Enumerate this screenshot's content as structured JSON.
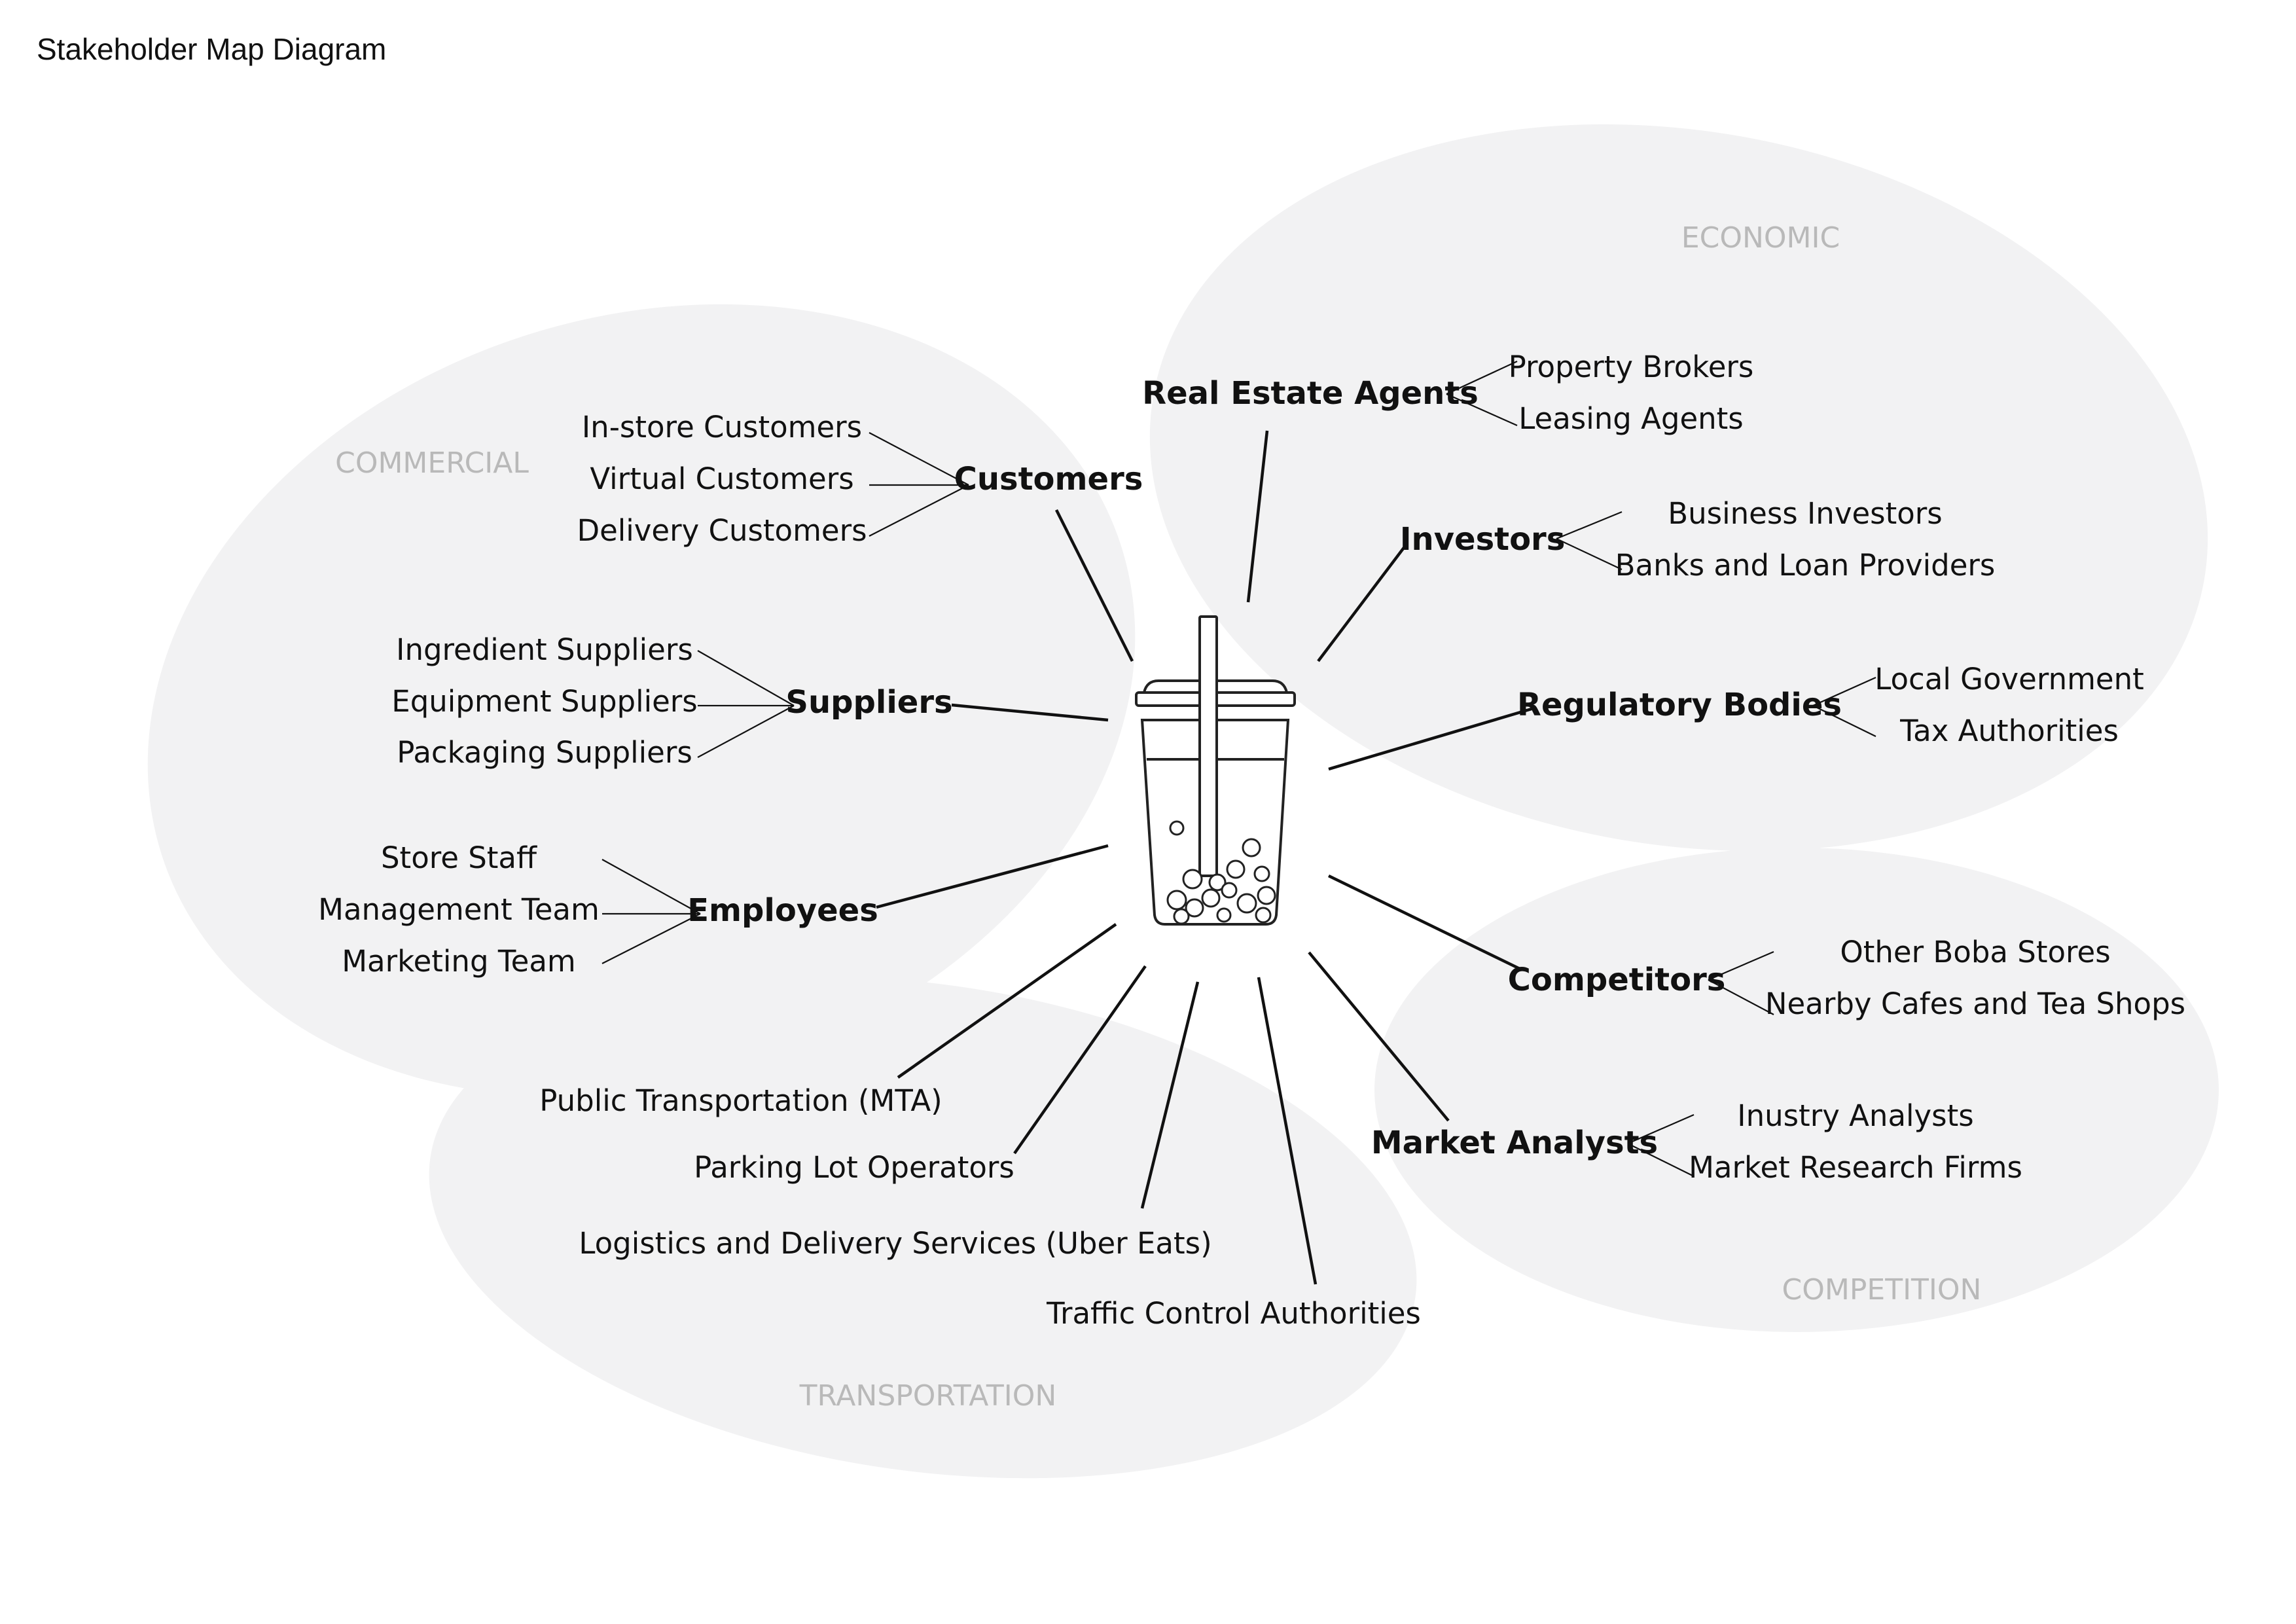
{
  "title": "Stakeholder Map Diagram",
  "center_icon": "boba-tea-cup-icon",
  "colors": {
    "region_fill": "#f2f2f3",
    "region_label": "#b9b9b9",
    "text": "#111111"
  },
  "regions": {
    "commercial": "COMMERCIAL",
    "economic": "ECONOMIC",
    "transportation": "TRANSPORTATION",
    "competition": "COMPETITION"
  },
  "groups": {
    "customers": {
      "label": "Customers",
      "items": [
        "In-store Customers",
        "Virtual Customers",
        "Delivery Customers"
      ]
    },
    "suppliers": {
      "label": "Suppliers",
      "items": [
        "Ingredient Suppliers",
        "Equipment Suppliers",
        "Packaging Suppliers"
      ]
    },
    "employees": {
      "label": "Employees",
      "items": [
        "Store Staff",
        "Management Team",
        "Marketing Team"
      ]
    },
    "real_estate_agents": {
      "label": "Real Estate Agents",
      "items": [
        "Property Brokers",
        "Leasing Agents"
      ]
    },
    "investors": {
      "label": "Investors",
      "items": [
        "Business Investors",
        "Banks and Loan Providers"
      ]
    },
    "regulatory_bodies": {
      "label": "Regulatory Bodies",
      "items": [
        "Local Government",
        "Tax Authorities"
      ]
    },
    "competitors": {
      "label": "Competitors",
      "items": [
        "Other Boba Stores",
        "Nearby Cafes and Tea Shops"
      ]
    },
    "market_analysts": {
      "label": "Market Analysts",
      "items": [
        "Inustry Analysts",
        "Market Research Firms"
      ]
    }
  },
  "transportation_items": [
    "Public Transportation (MTA)",
    "Parking Lot Operators",
    "Logistics and Delivery Services (Uber Eats)",
    "Traffic Control Authorities"
  ]
}
